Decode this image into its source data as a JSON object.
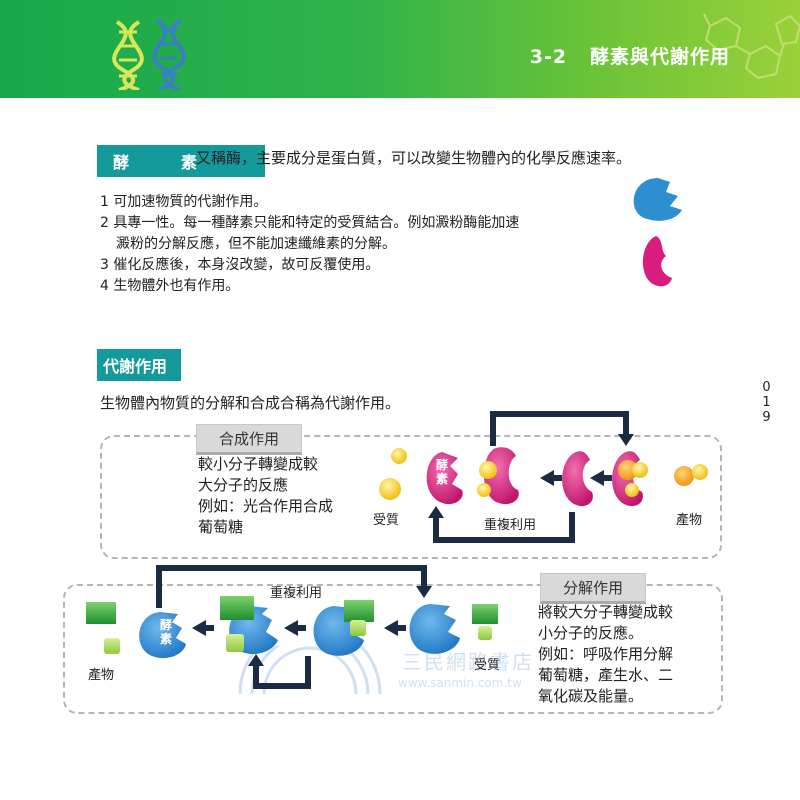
{
  "header": {
    "section": "3-2",
    "title": "酵素與代謝作用"
  },
  "enzyme": {
    "tag": "酵　素",
    "intro": "又稱酶，主要成分是蛋白質，可以改變生物體內的化學反應速率。",
    "points": [
      "1 可加速物質的代謝作用。",
      "2 具專一性。每一種酵素只能和特定的受質結合。例如澱粉酶能加速",
      "澱粉的分解反應，但不能加速纖維素的分解。",
      "3 催化反應後，本身沒改變，故可反覆使用。",
      "4 生物體外也有作用。"
    ]
  },
  "metabolism": {
    "tag": "代謝作用",
    "intro": "生物體內物質的分解和合成合稱為代謝作用。"
  },
  "synthesis": {
    "tag": "合成作用",
    "desc": [
      "較小分子轉變成較",
      "大分子的反應",
      "例如：光合作用合成",
      "葡萄糖"
    ],
    "substrate_label": "受質",
    "enzyme_label": [
      "酵",
      "素"
    ],
    "reuse_label": "重複利用",
    "product_label": "產物"
  },
  "decomposition": {
    "tag": "分解作用",
    "desc": [
      "將較大分子轉變成較",
      "小分子的反應。",
      "例如：呼吸作用分解",
      "葡萄糖，產生水、二",
      "氧化碳及能量。"
    ],
    "product_label": "產物",
    "enzyme_label": [
      "酵",
      "素"
    ],
    "reuse_label": "重複利用",
    "substrate_label": "受質"
  },
  "watermark": {
    "name": "三民網路書店",
    "url": "www.sanmin.com.tw"
  },
  "page_number": "019",
  "colors": {
    "teal_tag": "#159a9c",
    "enzyme_blue": "#2d8fd0",
    "enzyme_magenta": "#d81d7f",
    "substrate_yellow": "#f2c21a",
    "product_green": "#36a83a",
    "arrow_navy": "#1a2b44"
  }
}
